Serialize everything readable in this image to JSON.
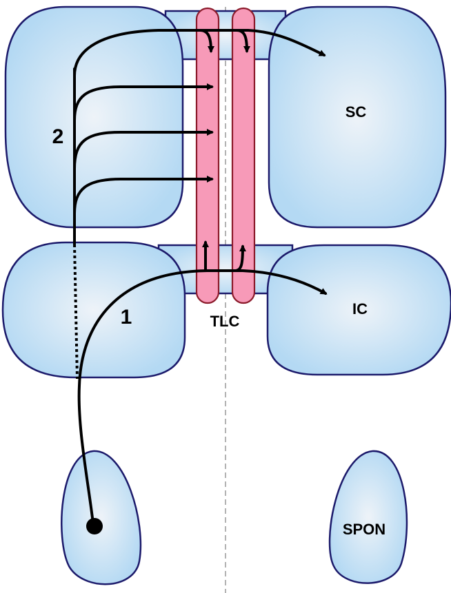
{
  "labels": {
    "sc": "SC",
    "ic": "IC",
    "spon": "SPON",
    "tlc": "TLC",
    "pathway_1": "1",
    "pathway_2": "2"
  },
  "colors": {
    "nucleus_fill_center": "#eef3f8",
    "nucleus_fill_edge": "#b4d9f3",
    "nucleus_stroke": "#1c1a6b",
    "tract_fill": "#f79ab8",
    "tract_stroke": "#8b1a2a",
    "fiber": "#000000",
    "midline": "#9a9a9a"
  }
}
